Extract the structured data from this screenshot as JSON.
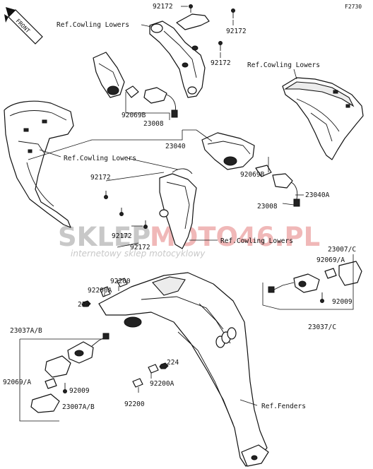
{
  "diagram_code": "F2730",
  "front_label": "FRONT",
  "watermark": {
    "brand_left": "SKLEP",
    "brand_right": "MOTO46.PL",
    "tagline": "internetowy sklep motocyklowy"
  },
  "colors": {
    "ink": "#111111",
    "watermark_gray": "#c8c8c8",
    "watermark_red": "#f0b8b8"
  },
  "labels": {
    "bolt_top_left": "92172",
    "bolt_top_right": "92172",
    "bolt_upper_mid": "92172",
    "ref_cowling_lowers_1": "Ref.Cowling Lowers",
    "ref_cowling_lowers_2": "Ref.Cowling Lowers",
    "ref_cowling_lowers_3": "Ref.Cowling Lowers",
    "ref_cowling_lowers_4": "Ref.Cowling Lowers",
    "socket_upper": "92069B",
    "bulb_upper": "23008",
    "assy_upper": "23040",
    "bolt_mid_left": "92172",
    "socket_mid": "92069B",
    "assy_mid": "23040A",
    "bulb_mid": "23008",
    "bolt_lower_1": "92172",
    "bolt_lower_2": "92172",
    "lens_rh": "23007/C",
    "bulb_rh": "92069/A",
    "screw_rh": "92009",
    "assy_rh": "23037/C",
    "rubber_top": "92200",
    "rubber_top_a": "92200A",
    "nut_left": "224",
    "assy_lh": "23037A/B",
    "bulb_lh": "92069/A",
    "screw_lh": "92009",
    "lens_lh": "23007A/B",
    "nut_right": "224",
    "rubber_bottom_a": "92200A",
    "rubber_bottom": "92200",
    "ref_fenders": "Ref.Fenders"
  }
}
